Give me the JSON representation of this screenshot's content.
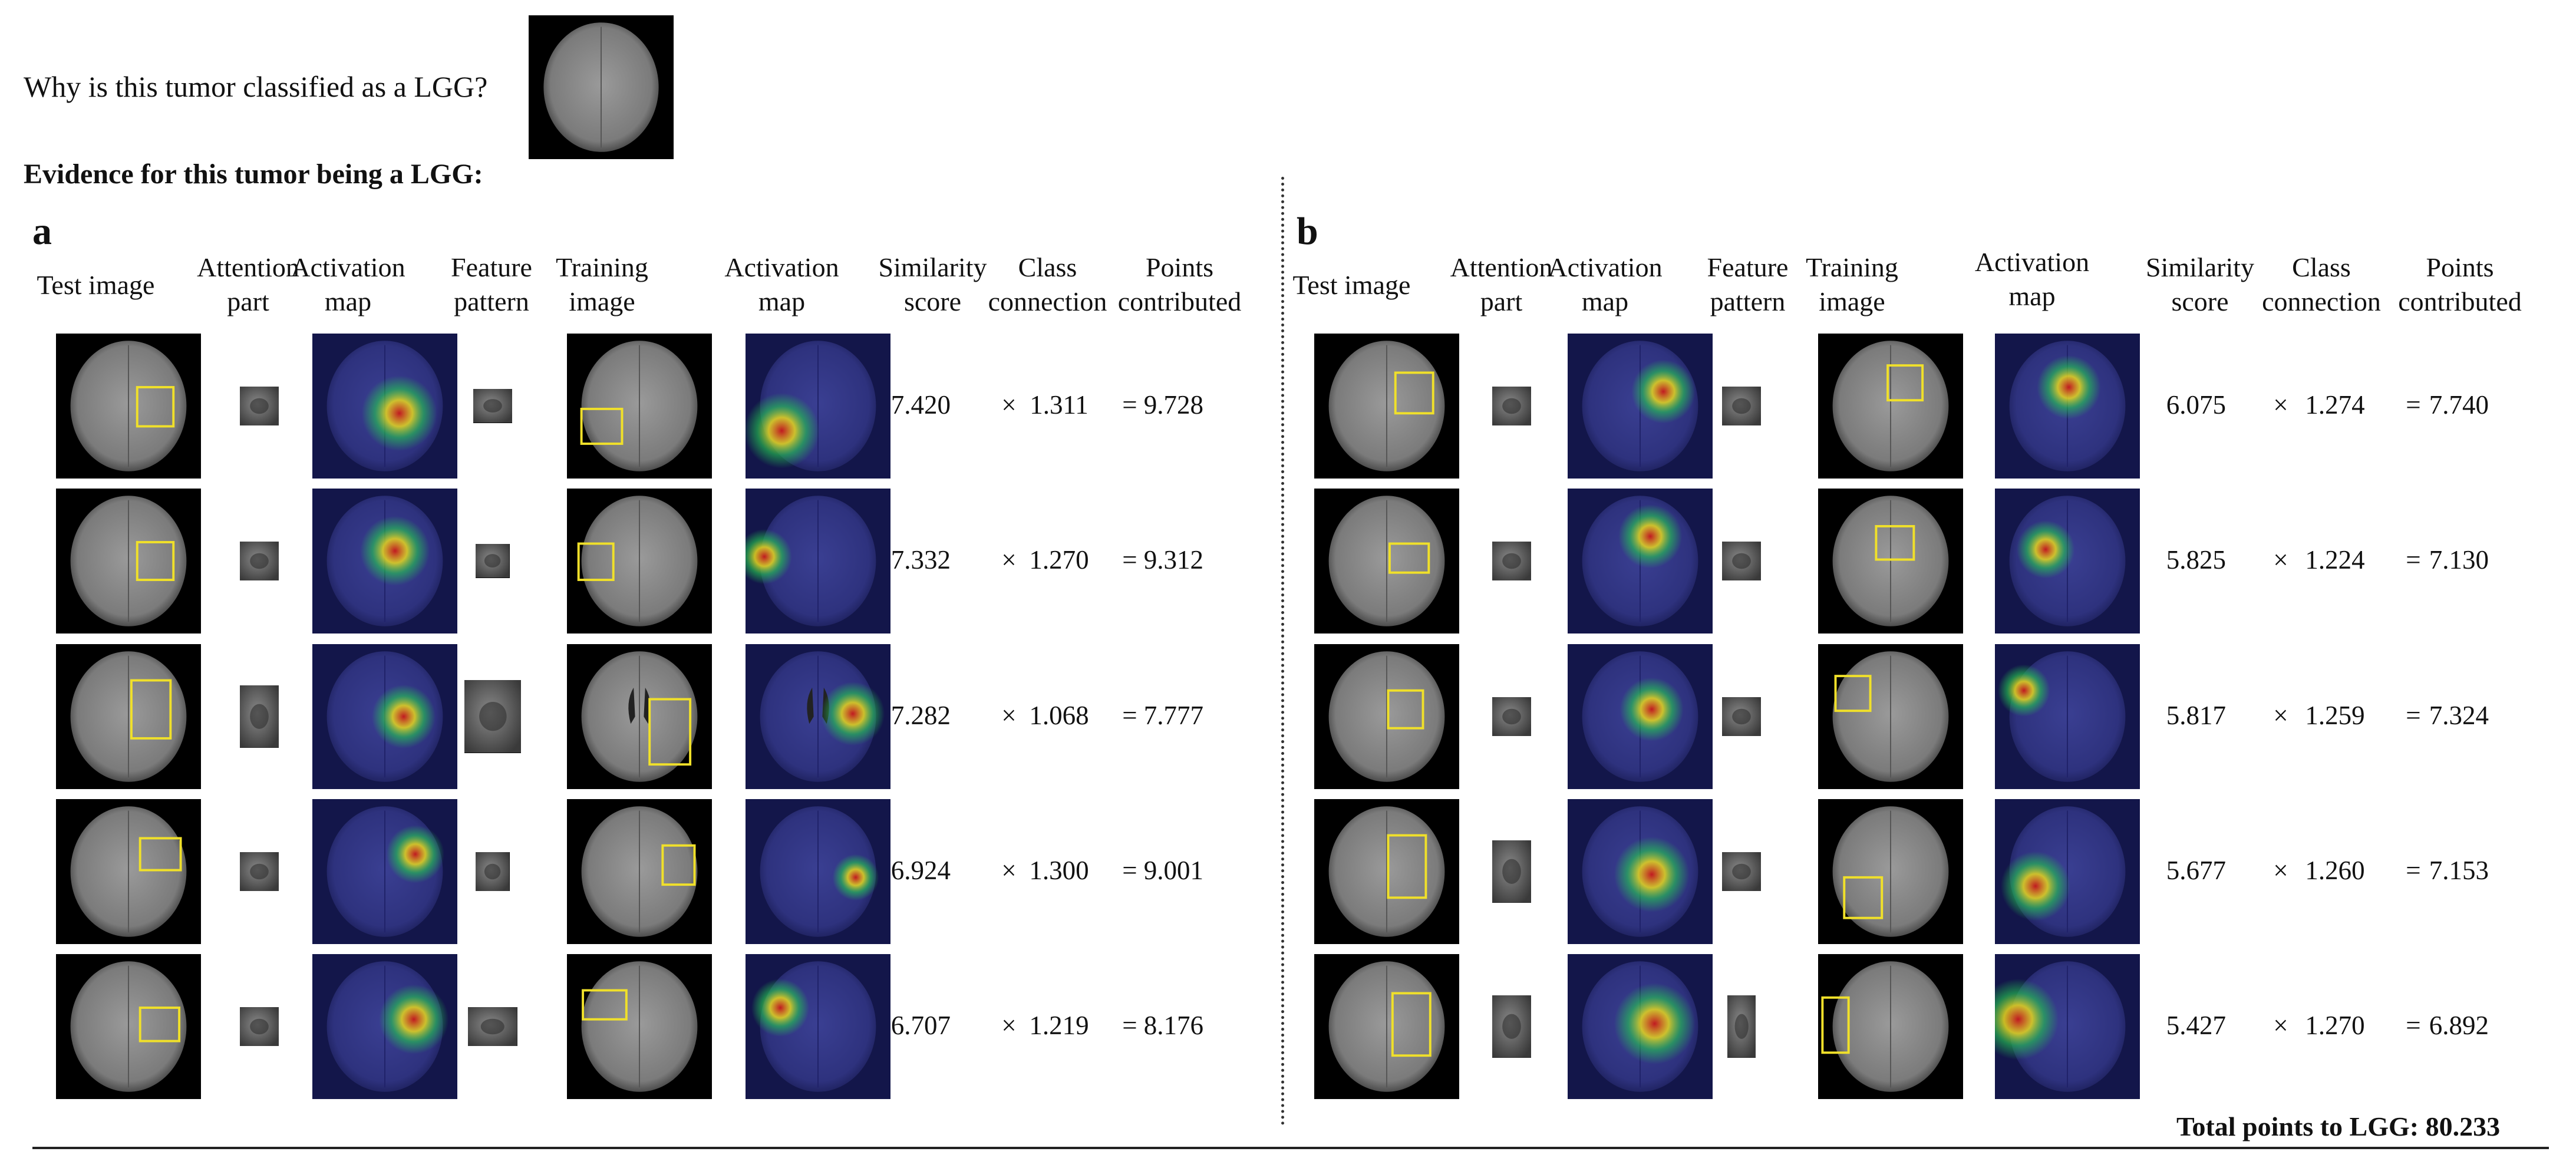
{
  "question": "Why is this tumor classified as a LGG?",
  "evidence_title": "Evidence for this tumor being a LGG:",
  "total_points": "Total points to LGG: 80.233",
  "operators": {
    "times": "×",
    "equals": "="
  },
  "colors": {
    "box": "#f0e02a",
    "activation_bg": "#13164a",
    "heat_core": "#c8181c",
    "heat_mid": "#e8d81e",
    "heat_outer": "#24c850"
  },
  "panels": [
    {
      "label": "a",
      "headers": {
        "test_image": "Test image",
        "attention_part": "Attention\npart",
        "activation_map_1": "Activation\nmap",
        "feature_pattern": "Feature\npattern",
        "training_image": "Training\nimage",
        "activation_map_2": "Activation\nmap",
        "similarity_score": "Similarity\nscore",
        "class_connection": "Class\nconnection",
        "points_contributed": "Points\ncontributed"
      },
      "rows": [
        {
          "similarity": "7.420",
          "connection": "1.311",
          "points": "9.728"
        },
        {
          "similarity": "7.332",
          "connection": "1.270",
          "points": "9.312"
        },
        {
          "similarity": "7.282",
          "connection": "1.068",
          "points": "7.777"
        },
        {
          "similarity": "6.924",
          "connection": "1.300",
          "points": "9.001"
        },
        {
          "similarity": "6.707",
          "connection": "1.219",
          "points": "8.176"
        }
      ]
    },
    {
      "label": "b",
      "headers": {
        "test_image": "Test image",
        "attention_part": "Attention\npart",
        "activation_map_1": "Activation\nmap",
        "feature_pattern": "Feature\npattern",
        "training_image": "Training\nimage",
        "activation_map_2": "Activation\nmap",
        "similarity_score": "Similarity\nscore",
        "class_connection": "Class\nconnection",
        "points_contributed": "Points\ncontributed"
      },
      "rows": [
        {
          "similarity": "6.075",
          "connection": "1.274",
          "points": "7.740"
        },
        {
          "similarity": "5.825",
          "connection": "1.224",
          "points": "7.130"
        },
        {
          "similarity": "5.817",
          "connection": "1.259",
          "points": "7.324"
        },
        {
          "similarity": "5.677",
          "connection": "1.260",
          "points": "7.153"
        },
        {
          "similarity": "5.427",
          "connection": "1.270",
          "points": "6.892"
        }
      ]
    }
  ]
}
